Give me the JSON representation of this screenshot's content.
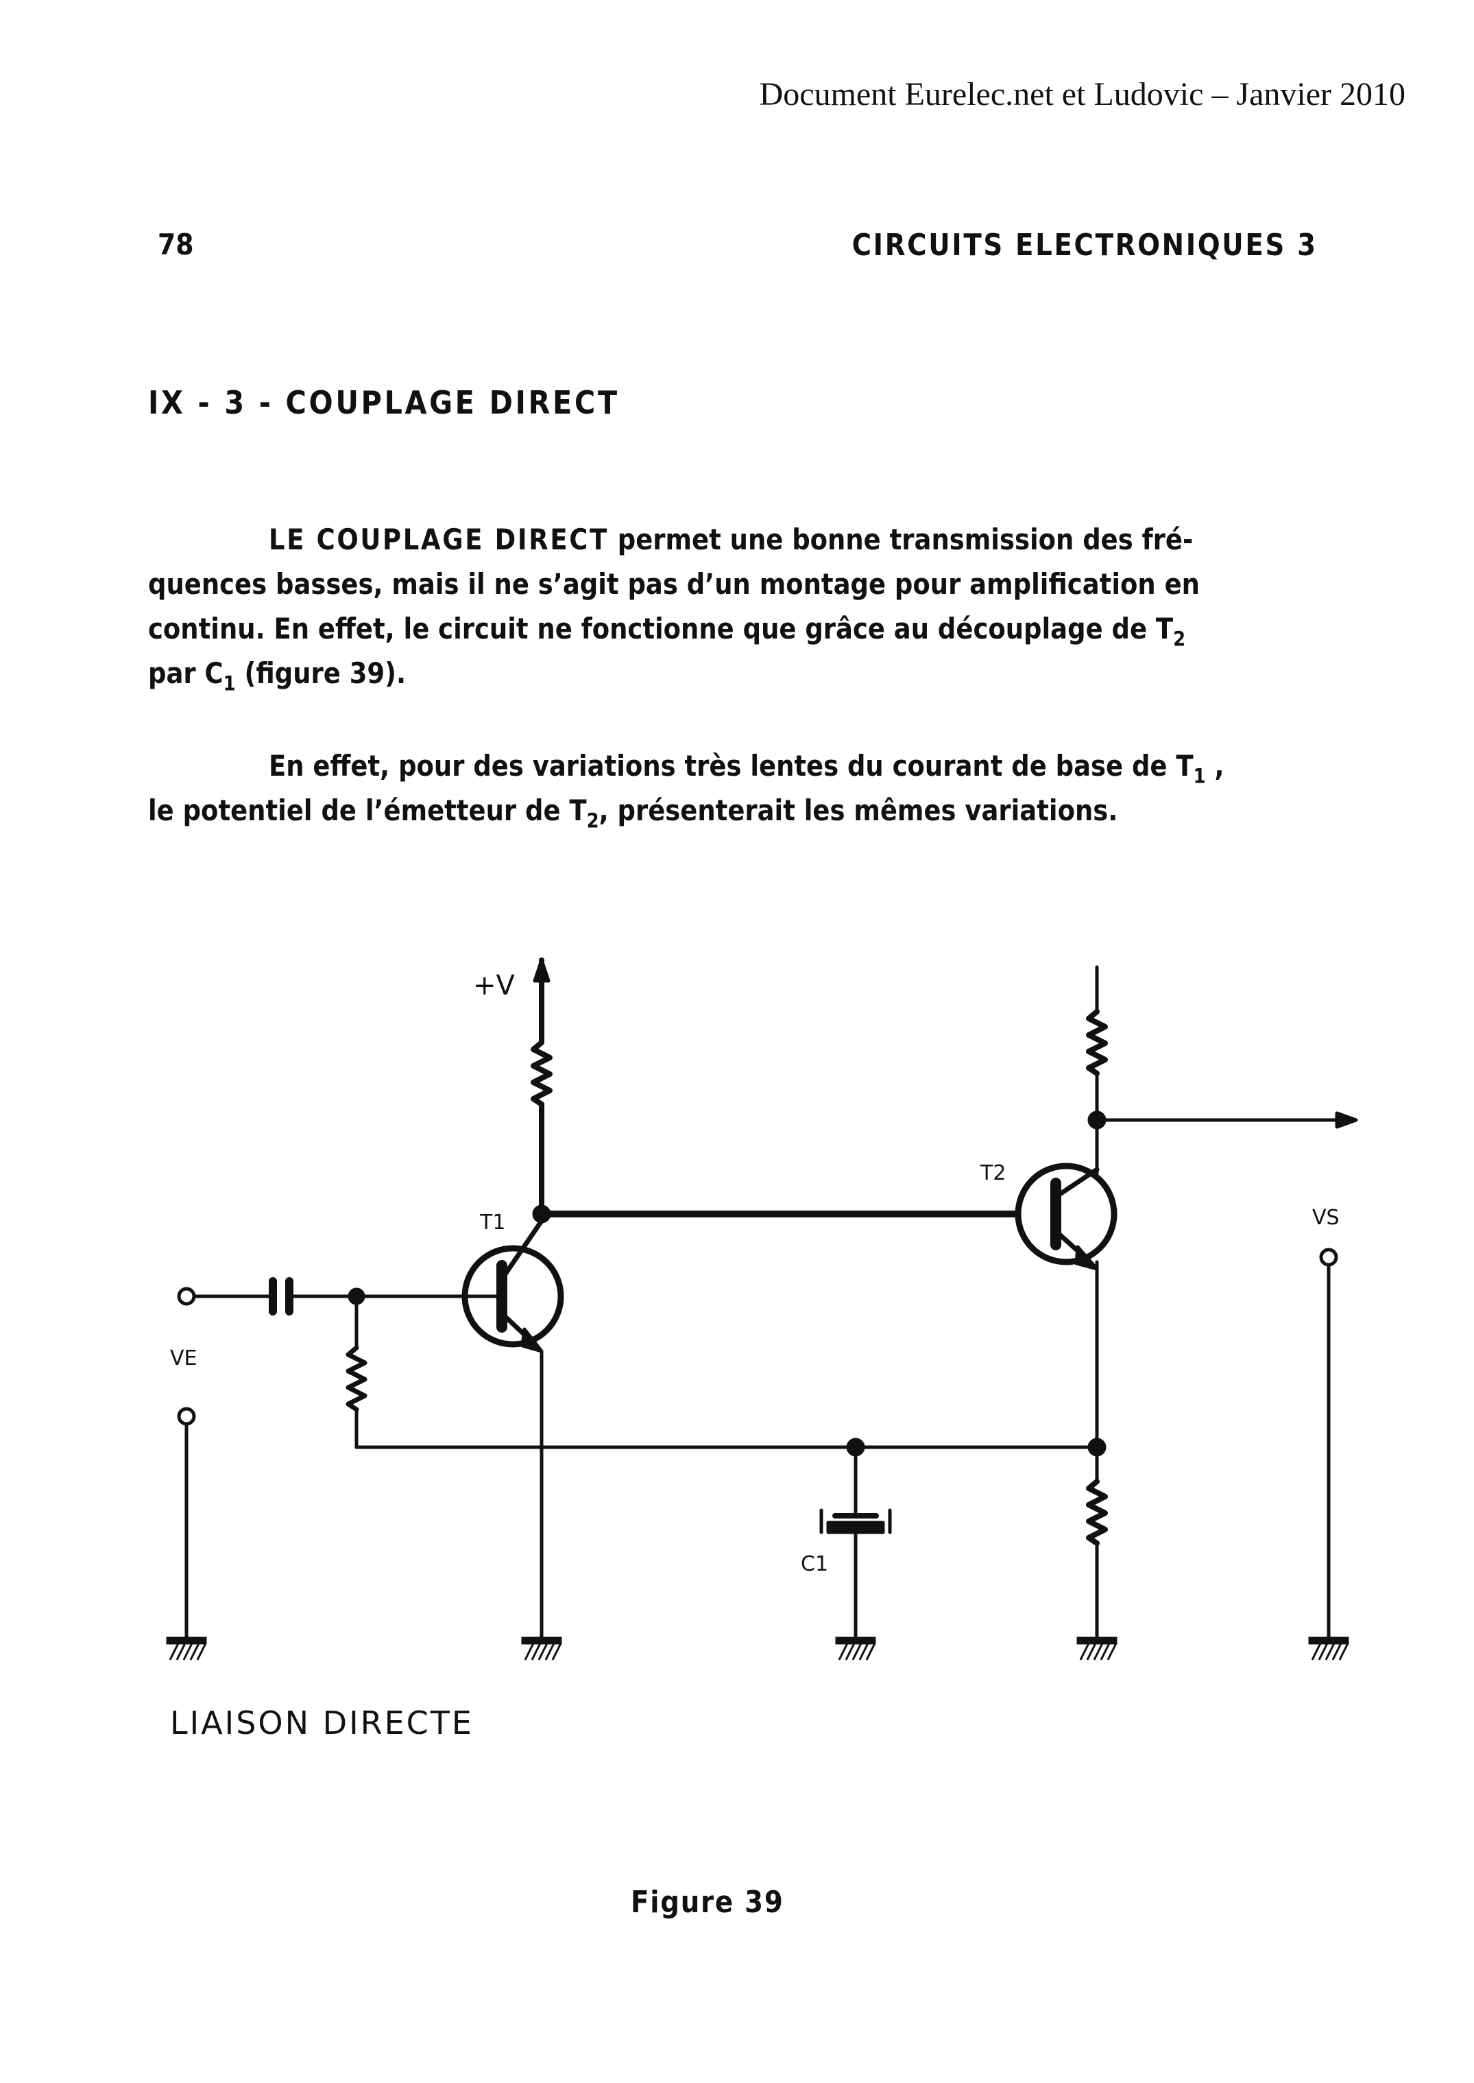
{
  "header_note": "Document Eurelec.net et Ludovic – Janvier 2010",
  "page_number": "78",
  "running_title": "CIRCUITS ELECTRONIQUES 3",
  "section_heading": "IX - 3 - COUPLAGE DIRECT",
  "paragraph1": {
    "lead": "LE COUPLAGE DIRECT",
    "line1_rest": " permet une bonne transmission des fré-",
    "line2": "quences basses, mais il ne s’agit pas d’un montage pour amplification en",
    "line3_text": "continu. En effet, le circuit ne fonctionne que grâce au découplage de ",
    "line3_sym": "T",
    "line3_sub": "2",
    "line4_a": "par C",
    "line4_sub": "1",
    "line4_b": "  (figure 39)."
  },
  "paragraph2": {
    "line1_text": "En effet, pour des variations très lentes du courant de base de T",
    "line1_sub": "1",
    "line1_end": " ,",
    "line2_a": "le potentiel de l’émetteur de T",
    "line2_sub": "2",
    "line2_b": ", présenterait les mêmes variations."
  },
  "schematic": {
    "supply_label": "+V",
    "t1_label": "T1",
    "t2_label": "T2",
    "input_label": "VE",
    "output_label": "VS",
    "capacitor_label": "C1",
    "caption": "LIAISON DIRECTE"
  },
  "figure_label": "Figure 39"
}
